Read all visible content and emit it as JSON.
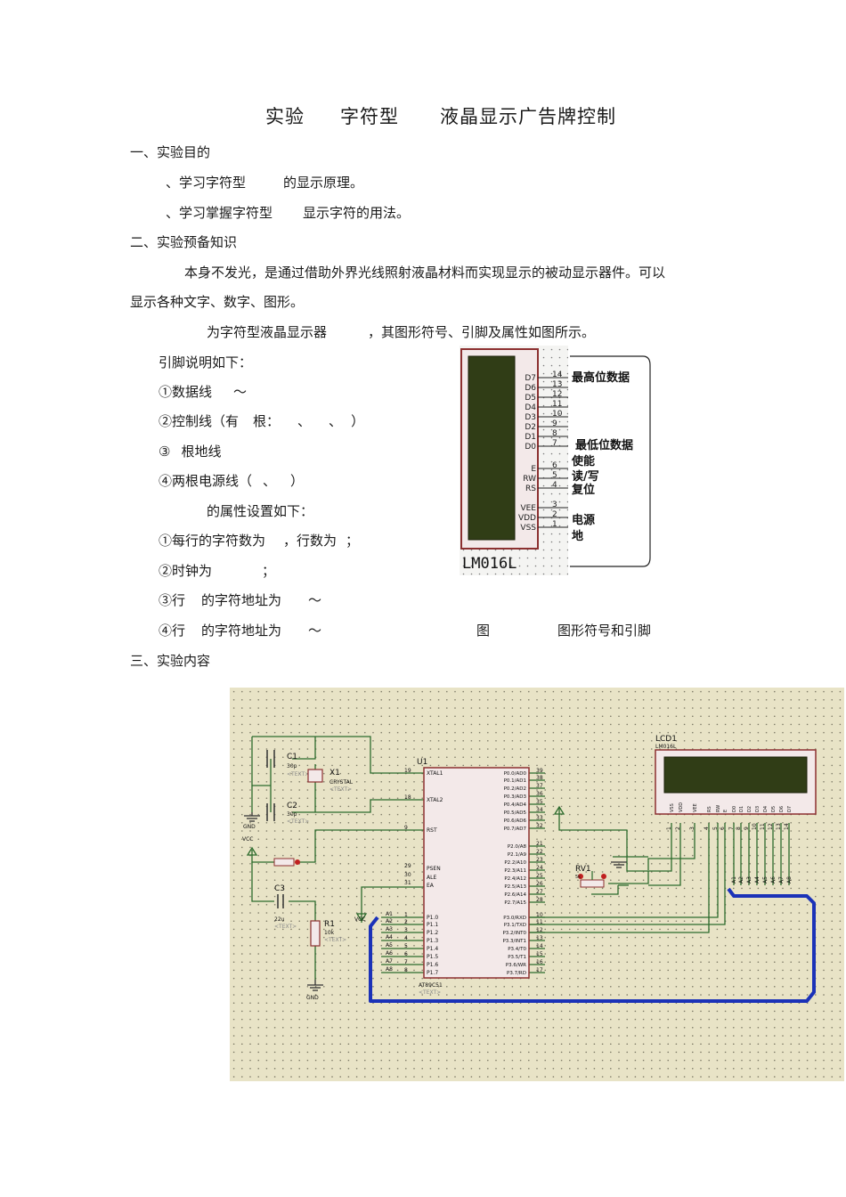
{
  "title": {
    "part1": "实验",
    "part2": "字符型",
    "part3": "液晶显示广告牌控制"
  },
  "sections": {
    "s1": "一、实验目的",
    "s2": "二、实验预备知识",
    "s3": "三、实验内容"
  },
  "purpose": {
    "item1a": "、学习字符型",
    "item1b": "的显示原理。",
    "item2a": "、学习掌握字符型",
    "item2b": "显示字符的用法。"
  },
  "knowledge": {
    "para1_line1": "本身不发光，是通过借助外界光线照射液晶材料而实现显示的被动显示器件。可以",
    "para1_line2": "显示各种文字、数字、图形。",
    "para2a": "为字符型液晶显示器",
    "para2b": "，其图形符号、引脚及属性如图所示。",
    "pin_intro": "引脚说明如下：",
    "pin1a": "①数据线",
    "pin1b": "～",
    "pin2a": "②控制线（有",
    "pin2b": "根：",
    "pin2c": "、",
    "pin2d": "、",
    "pin2e": "）",
    "pin3a": "③",
    "pin3b": "根地线",
    "pin4a": "④两根电源线（",
    "pin4b": "、",
    "pin4c": "）",
    "attr_intro": "的属性设置如下：",
    "attr1a": "①每行的字符数为",
    "attr1b": "，行数为",
    "attr1c": "；",
    "attr2a": "②时钟为",
    "attr2b": "；",
    "attr3a": "③行",
    "attr3b": "的字符地址为",
    "attr3c": "～",
    "attr4a": "④行",
    "attr4b": "的字符地址为",
    "attr4c": "～",
    "fig_a": "图",
    "fig_b": "图形符号和引脚"
  },
  "lcd_symbol": {
    "model": "LM016L",
    "pins": [
      {
        "name": "D7",
        "num": "14"
      },
      {
        "name": "D6",
        "num": "13"
      },
      {
        "name": "D5",
        "num": "12"
      },
      {
        "name": "D4",
        "num": "11"
      },
      {
        "name": "D3",
        "num": "10"
      },
      {
        "name": "D2",
        "num": "9"
      },
      {
        "name": "D1",
        "num": "8"
      },
      {
        "name": "D0",
        "num": "7"
      },
      {
        "name": "E",
        "num": "6"
      },
      {
        "name": "RW",
        "num": "5"
      },
      {
        "name": "RS",
        "num": "4"
      },
      {
        "name": "VEE",
        "num": "3"
      },
      {
        "name": "VDD",
        "num": "2"
      },
      {
        "name": "VSS",
        "num": "1"
      }
    ],
    "callouts": {
      "msb": "最高位数据",
      "lsb": "最低位数据",
      "enable": "使能",
      "rw": "读/写",
      "reset": "复位",
      "power": "电源",
      "ground": "地"
    }
  },
  "schematic": {
    "c1": "C1",
    "c1_val": "30p",
    "c2": "C2",
    "c2_val": "30p",
    "x1": "X1",
    "x1_val": "CRYSTAL",
    "c3": "C3",
    "c3_val": "22u",
    "r1": "R1",
    "r1_val": "10k",
    "rv1": "RV1",
    "rv1_val": "5k",
    "text_tag": "<TEXT>",
    "gnd": "GND",
    "vcc": "VCC",
    "u1": "U1",
    "u1_part": "AT89C51",
    "lcd1": "LCD1",
    "lcd1_part": "LM016L",
    "u1_left_pins": [
      {
        "num": "19",
        "name": "XTAL1"
      },
      {
        "num": "18",
        "name": "XTAL2"
      },
      {
        "num": "9",
        "name": "RST"
      },
      {
        "num": "29",
        "name": "PSEN"
      },
      {
        "num": "30",
        "name": "ALE"
      },
      {
        "num": "31",
        "name": "EA"
      },
      {
        "num": "1",
        "name": "P1.0"
      },
      {
        "num": "2",
        "name": "P1.1"
      },
      {
        "num": "3",
        "name": "P1.2"
      },
      {
        "num": "4",
        "name": "P1.3"
      },
      {
        "num": "5",
        "name": "P1.4"
      },
      {
        "num": "6",
        "name": "P1.5"
      },
      {
        "num": "7",
        "name": "P1.6"
      },
      {
        "num": "8",
        "name": "P1.7"
      }
    ],
    "u1_right_pins": [
      {
        "num": "39",
        "name": "P0.0/AD0"
      },
      {
        "num": "38",
        "name": "P0.1/AD1"
      },
      {
        "num": "37",
        "name": "P0.2/AD2"
      },
      {
        "num": "36",
        "name": "P0.3/AD3"
      },
      {
        "num": "35",
        "name": "P0.4/AD4"
      },
      {
        "num": "34",
        "name": "P0.5/AD5"
      },
      {
        "num": "33",
        "name": "P0.6/AD6"
      },
      {
        "num": "32",
        "name": "P0.7/AD7"
      },
      {
        "num": "21",
        "name": "P2.0/A8"
      },
      {
        "num": "22",
        "name": "P2.1/A9"
      },
      {
        "num": "23",
        "name": "P2.2/A10"
      },
      {
        "num": "24",
        "name": "P2.3/A11"
      },
      {
        "num": "25",
        "name": "P2.4/A12"
      },
      {
        "num": "26",
        "name": "P2.5/A13"
      },
      {
        "num": "27",
        "name": "P2.6/A14"
      },
      {
        "num": "28",
        "name": "P2.7/A15"
      },
      {
        "num": "10",
        "name": "P3.0/RXD"
      },
      {
        "num": "11",
        "name": "P3.1/TXD"
      },
      {
        "num": "12",
        "name": "P3.2/INT0"
      },
      {
        "num": "13",
        "name": "P3.3/INT1"
      },
      {
        "num": "14",
        "name": "P3.4/T0"
      },
      {
        "num": "15",
        "name": "P3.5/T1"
      },
      {
        "num": "16",
        "name": "P3.6/WR"
      },
      {
        "num": "17",
        "name": "P3.7/RD"
      }
    ],
    "bus_left_labels": [
      "A1",
      "A2",
      "A3",
      "A4",
      "A5",
      "A6",
      "A7",
      "A8"
    ],
    "lcd1_pins": [
      {
        "name": "VSS",
        "num": "1"
      },
      {
        "name": "VDD",
        "num": "2"
      },
      {
        "name": "VEE",
        "num": "3"
      },
      {
        "name": "RS",
        "num": "4"
      },
      {
        "name": "RW",
        "num": "5"
      },
      {
        "name": "E",
        "num": "6"
      },
      {
        "name": "D0",
        "num": "7"
      },
      {
        "name": "D1",
        "num": "8"
      },
      {
        "name": "D2",
        "num": "9"
      },
      {
        "name": "D3",
        "num": "10"
      },
      {
        "name": "D4",
        "num": "11"
      },
      {
        "name": "D5",
        "num": "12"
      },
      {
        "name": "D6",
        "num": "13"
      },
      {
        "name": "D7",
        "num": "14"
      }
    ],
    "bus_right_labels": [
      "A1",
      "A2",
      "A3",
      "A4",
      "A5",
      "A6",
      "A7",
      "A8"
    ],
    "colors": {
      "background": "#e8e3c6",
      "wire": "#2c6b2c",
      "bus": "#1b32b8",
      "lcd_screen": "#303d16",
      "chip_body": "#f3e9e9",
      "chip_border": "#8c3030"
    }
  }
}
